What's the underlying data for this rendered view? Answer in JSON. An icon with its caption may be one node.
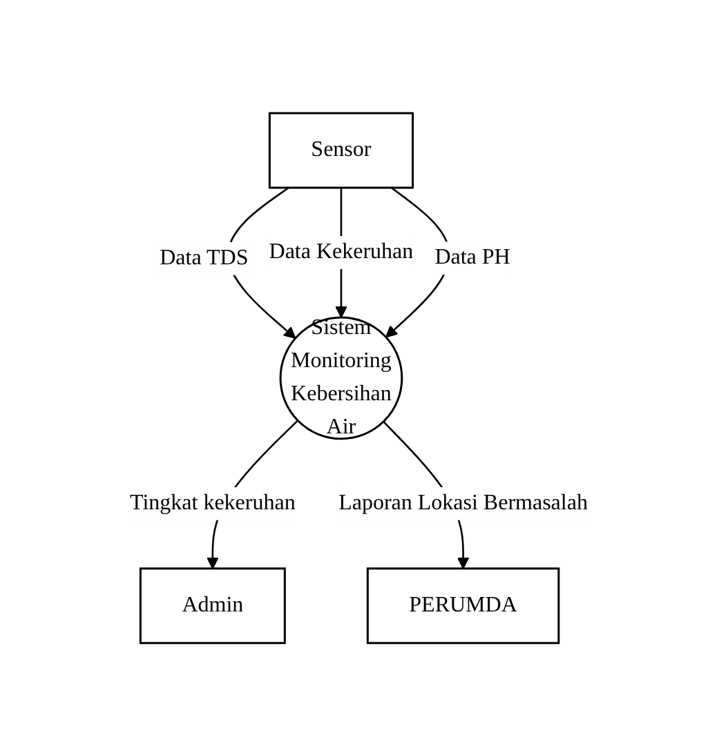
{
  "diagram": {
    "nodes": [
      {
        "text": [
          "Sensor"
        ]
      },
      {
        "text": [
          "Sistem Monitoring Kebersihan Air"
        ]
      },
      {
        "text": [
          "Admin"
        ]
      },
      {
        "text": [
          "PERUMDA"
        ]
      }
    ],
    "edges": [
      {
        "from": 0,
        "to": 1,
        "arrow": "to",
        "label": "Data TDS"
      },
      {
        "from": 0,
        "to": 1,
        "arrow": "to",
        "label": "Data Kekeruhan"
      },
      {
        "from": 0,
        "to": 1,
        "arrow": "to",
        "label": "Data PH"
      },
      {
        "from": 1,
        "to": 2,
        "arrow": "to",
        "label": "Tingkat kekeruhan"
      },
      {
        "from": 1,
        "to": 3,
        "arrow": "to",
        "label": "Laporan Lokasi Bermasalah"
      }
    ]
  }
}
